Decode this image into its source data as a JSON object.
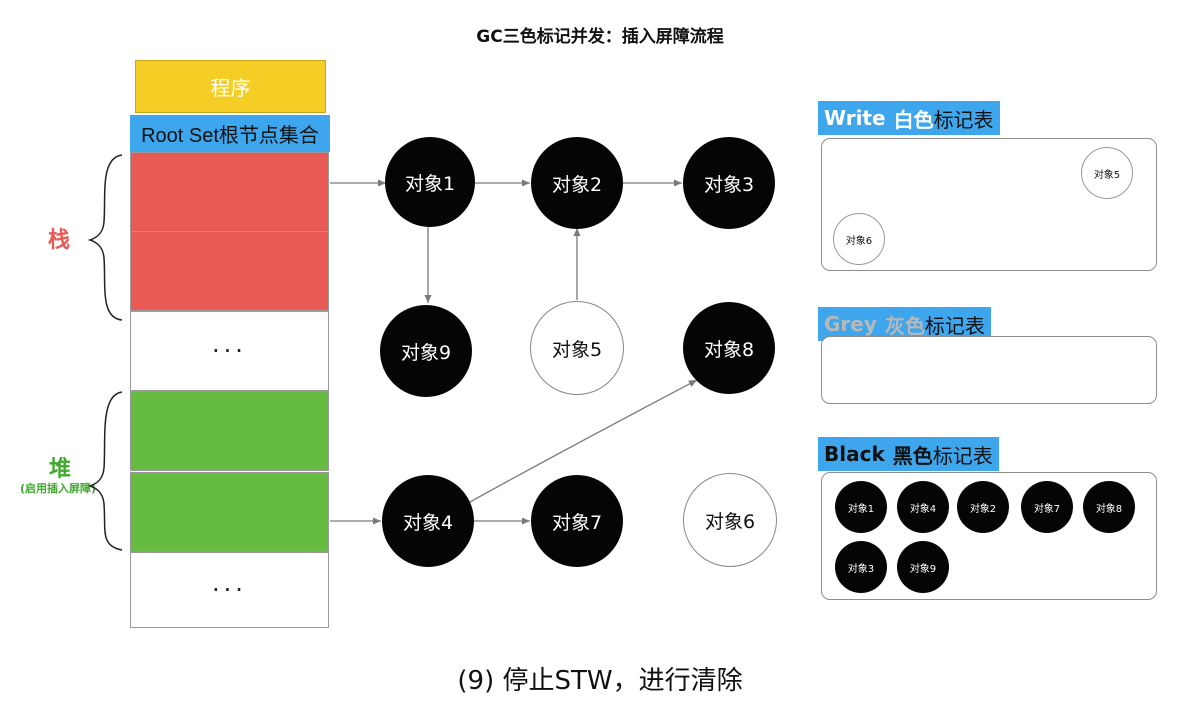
{
  "title": "GC三色标记并发：插入屏障流程",
  "caption": "(9) 停止STW，进行清除",
  "program_label": "程序",
  "root_set_label": "Root Set根节点集合",
  "stack_label": "栈",
  "heap_label": "堆",
  "heap_sublabel": "(启用插入屏障)",
  "ellipsis": "···",
  "nodes": {
    "obj1": "对象1",
    "obj2": "对象2",
    "obj3": "对象3",
    "obj4": "对象4",
    "obj5": "对象5",
    "obj6": "对象6",
    "obj7": "对象7",
    "obj8": "对象8",
    "obj9": "对象9"
  },
  "tables": {
    "white": {
      "en": "Write",
      "cn_colored": "白色",
      "cn": "标记表",
      "items": [
        "对象5",
        "对象6"
      ]
    },
    "grey": {
      "en": "Grey",
      "cn_colored": "灰色",
      "cn": "标记表",
      "items": []
    },
    "black": {
      "en": "Black",
      "cn_colored": "黑色",
      "cn": "标记表",
      "items": [
        "对象1",
        "对象4",
        "对象2",
        "对象7",
        "对象8",
        "对象3",
        "对象9"
      ]
    }
  },
  "colors": {
    "program": "#f4ce24",
    "root_set": "#3ea6ec",
    "stack": "#e95a55",
    "heap": "#66bc40",
    "grey_text": "#b8b8b8"
  }
}
